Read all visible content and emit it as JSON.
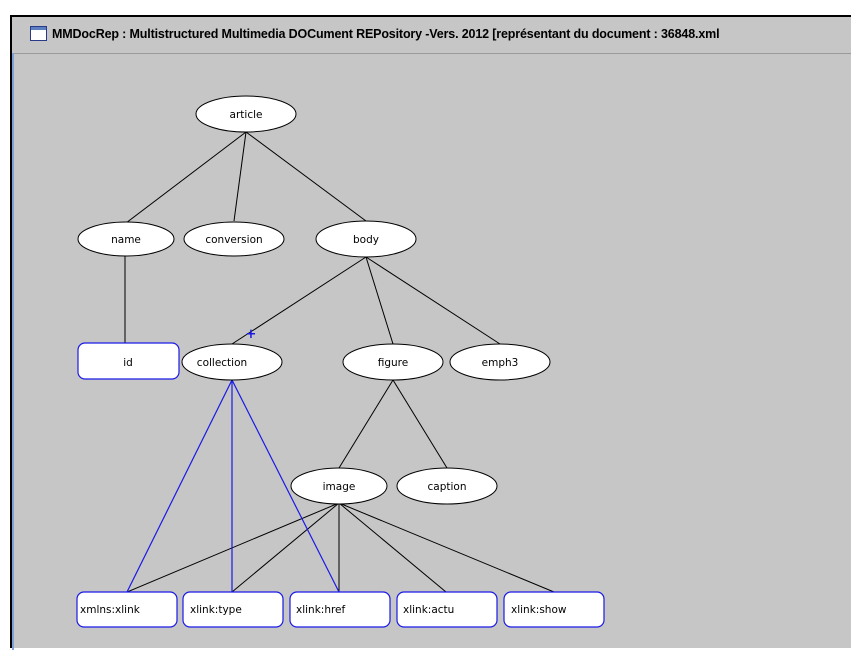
{
  "window": {
    "title": "MMDocRep : Multistructured Multimedia DOCument REPository -Vers. 2012 [représentant du document : 36848.xml"
  },
  "marker": "+",
  "colors": {
    "canvas_bg": "#c6c6c6",
    "edge_default": "#000000",
    "edge_highlight": "#1a1ae6",
    "node_fill": "#ffffff",
    "attribute_border": "#1a1ae6"
  },
  "tree": {
    "elements": {
      "article": "article",
      "name": "name",
      "conversion": "conversion",
      "body": "body",
      "collection": "collection",
      "figure": "figure",
      "emph3": "emph3",
      "image": "image",
      "caption": "caption"
    },
    "attributes": {
      "id": "id",
      "xmlns_xlink": "xmlns:xlink",
      "xlink_type": "xlink:type",
      "xlink_href": "xlink:href",
      "xlink_actu": "xlink:actu",
      "xlink_show": "xlink:show"
    }
  }
}
